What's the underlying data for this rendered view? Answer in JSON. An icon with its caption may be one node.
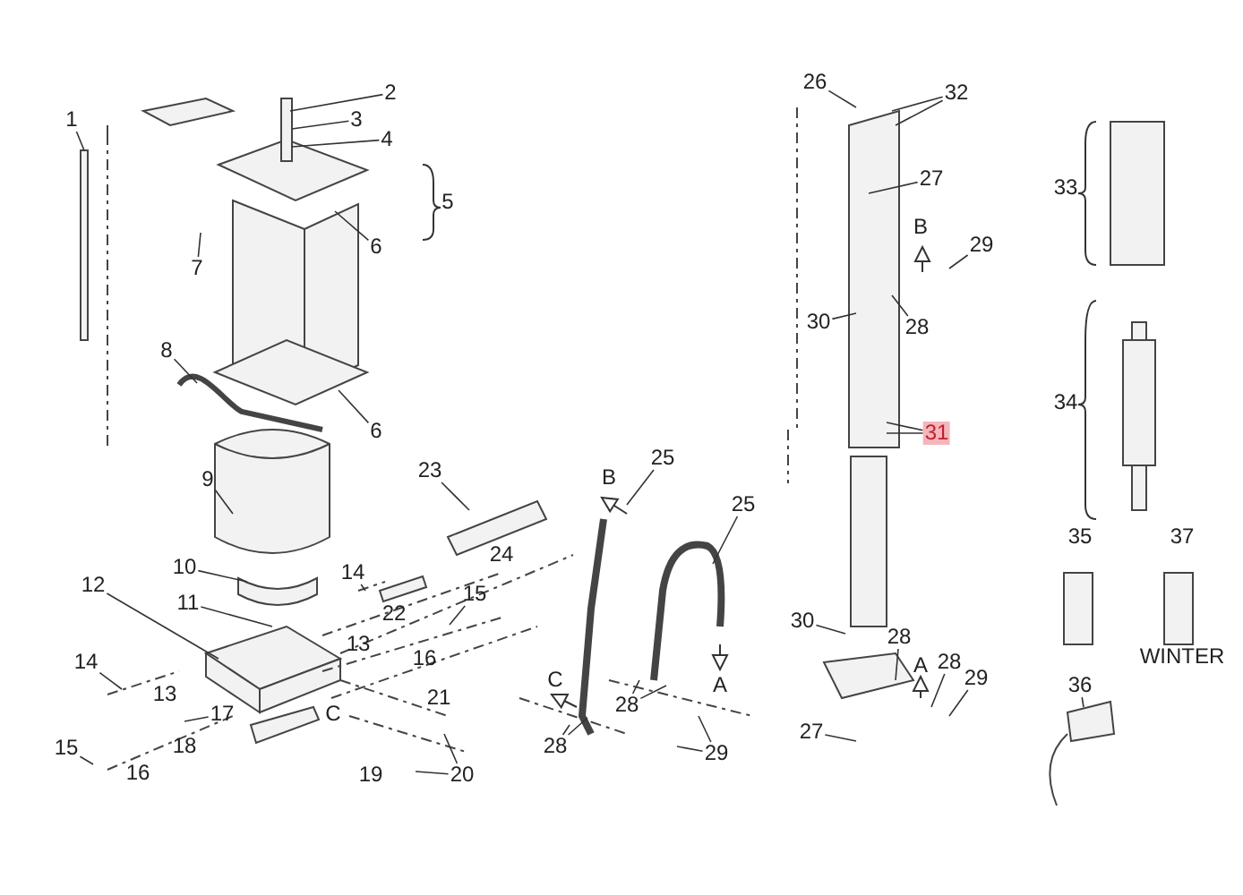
{
  "diagram": {
    "nodes": [
      {
        "text": [
          "1"
        ]
      },
      {
        "text": [
          "2"
        ]
      },
      {
        "text": [
          "3"
        ]
      },
      {
        "text": [
          "4"
        ]
      },
      {
        "text": [
          "6"
        ]
      },
      {
        "text": [
          "7"
        ]
      },
      {
        "text": [
          "8"
        ]
      },
      {
        "text": [
          "6"
        ]
      },
      {
        "text": [
          "9"
        ]
      },
      {
        "text": [
          "23"
        ]
      },
      {
        "text": [
          "10"
        ]
      },
      {
        "text": [
          "14"
        ]
      },
      {
        "text": [
          "15"
        ]
      },
      {
        "text": [
          "11"
        ]
      },
      {
        "text": [
          "12"
        ]
      },
      {
        "text": [
          "14"
        ]
      },
      {
        "text": [
          "17"
        ]
      },
      {
        "text": [
          "15"
        ]
      },
      {
        "text": [
          "20"
        ]
      },
      {
        "text": [
          "25"
        ]
      },
      {
        "text": [
          "25"
        ]
      },
      {
        "text": [
          "28"
        ]
      },
      {
        "text": [
          "28"
        ]
      },
      {
        "text": [
          "29"
        ]
      },
      {
        "text": [
          "26"
        ]
      },
      {
        "text": [
          "32"
        ]
      },
      {
        "text": [
          "27"
        ]
      },
      {
        "text": [
          "29"
        ]
      },
      {
        "text": [
          "28"
        ]
      },
      {
        "text": [
          "30"
        ]
      },
      {
        "text": [
          "31"
        ]
      },
      {
        "text": [
          "30"
        ]
      },
      {
        "text": [
          "28"
        ]
      },
      {
        "text": [
          "28"
        ]
      },
      {
        "text": [
          "29"
        ]
      },
      {
        "text": [
          "27"
        ]
      },
      {
        "text": [
          "36"
        ]
      }
    ],
    "edges": [
      {
        "from": 0,
        "to": null,
        "arrow": "none"
      },
      {
        "from": 1,
        "to": null,
        "arrow": "none"
      },
      {
        "from": 2,
        "to": null,
        "arrow": "none"
      },
      {
        "from": 3,
        "to": null,
        "arrow": "none"
      },
      {
        "from": 4,
        "to": null,
        "arrow": "none"
      },
      {
        "from": 5,
        "to": null,
        "arrow": "none"
      },
      {
        "from": 6,
        "to": null,
        "arrow": "none"
      },
      {
        "from": 7,
        "to": null,
        "arrow": "none"
      },
      {
        "from": 8,
        "to": null,
        "arrow": "none"
      },
      {
        "from": 9,
        "to": null,
        "arrow": "none"
      },
      {
        "from": 10,
        "to": null,
        "arrow": "none"
      },
      {
        "from": 11,
        "to": null,
        "arrow": "none"
      },
      {
        "from": 12,
        "to": null,
        "arrow": "none"
      },
      {
        "from": 13,
        "to": null,
        "arrow": "none"
      },
      {
        "from": 14,
        "to": null,
        "arrow": "none"
      },
      {
        "from": 15,
        "to": null,
        "arrow": "none"
      },
      {
        "from": 16,
        "to": null,
        "arrow": "none"
      },
      {
        "from": 17,
        "to": null,
        "arrow": "none"
      },
      {
        "from": 18,
        "to": null,
        "arrow": "none"
      },
      {
        "from": 18,
        "to": null,
        "arrow": "none"
      },
      {
        "from": 19,
        "to": null,
        "arrow": "none"
      },
      {
        "from": 20,
        "to": null,
        "arrow": "none"
      },
      {
        "from": 21,
        "to": null,
        "arrow": "none"
      },
      {
        "from": 21,
        "to": null,
        "arrow": "none"
      },
      {
        "from": 22,
        "to": null,
        "arrow": "none"
      },
      {
        "from": 22,
        "to": null,
        "arrow": "none"
      },
      {
        "from": 23,
        "to": null,
        "arrow": "none"
      },
      {
        "from": 23,
        "to": null,
        "arrow": "none"
      },
      {
        "from": 24,
        "to": null,
        "arrow": "none"
      },
      {
        "from": 25,
        "to": null,
        "arrow": "none"
      },
      {
        "from": 25,
        "to": null,
        "arrow": "none"
      },
      {
        "from": 26,
        "to": null,
        "arrow": "none"
      },
      {
        "from": 27,
        "to": null,
        "arrow": "none"
      },
      {
        "from": 28,
        "to": null,
        "arrow": "none"
      },
      {
        "from": 29,
        "to": null,
        "arrow": "none"
      },
      {
        "from": 30,
        "to": null,
        "arrow": "none"
      },
      {
        "from": 30,
        "to": null,
        "arrow": "none"
      },
      {
        "from": 31,
        "to": null,
        "arrow": "none"
      },
      {
        "from": 32,
        "to": null,
        "arrow": "none"
      },
      {
        "from": 33,
        "to": null,
        "arrow": "none"
      },
      {
        "from": 34,
        "to": null,
        "arrow": "none"
      },
      {
        "from": 35,
        "to": null,
        "arrow": "none"
      },
      {
        "from": 36,
        "to": null,
        "arrow": "none"
      }
    ],
    "labels": [
      "5",
      "33",
      "B",
      "34",
      "B",
      "24",
      "22",
      "13",
      "35",
      "37",
      "16",
      "WINTER",
      "A",
      "A",
      "13",
      "C",
      "21",
      "18",
      "C",
      "16",
      "19"
    ]
  }
}
